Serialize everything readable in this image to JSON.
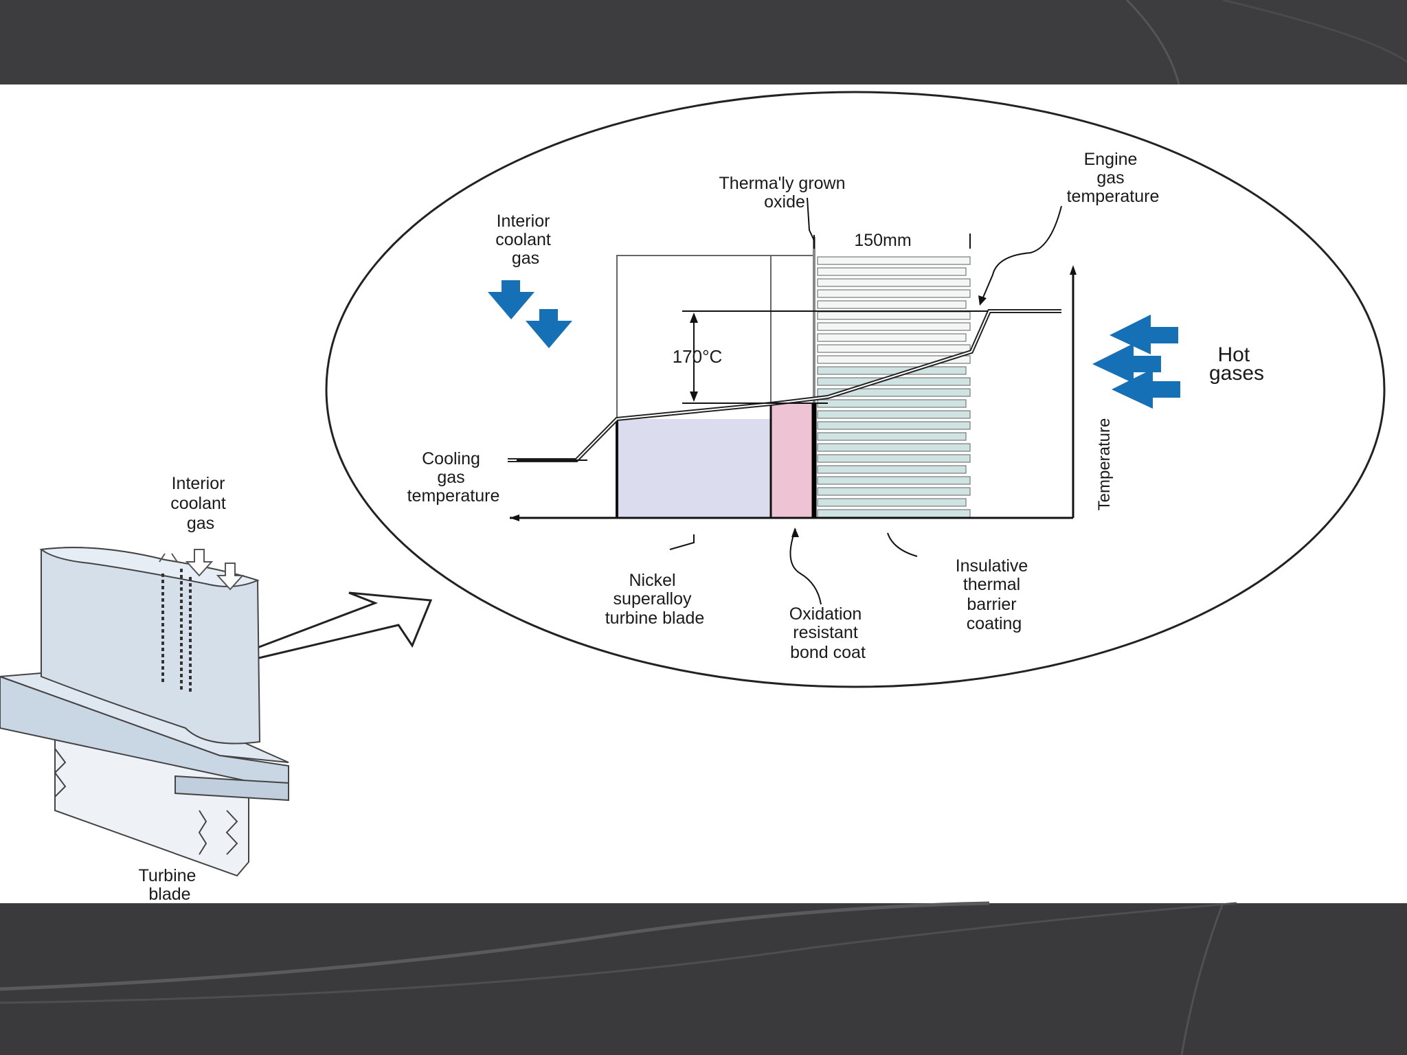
{
  "labels": {
    "interior_coolant_top": [
      "Interior",
      "coolant",
      "gas"
    ],
    "interior_coolant_blade": [
      "Interior",
      "coolant",
      "gas"
    ],
    "thermally_grown_oxide": [
      "Therma'ly grown",
      "oxide"
    ],
    "thickness": "150mm",
    "engine_gas": [
      "Engine",
      "gas",
      "temperature"
    ],
    "delta_t": "170°C",
    "hot_gases": [
      "Hot",
      "gases"
    ],
    "cooling_gas": [
      "Cooling",
      "gas",
      "temperature"
    ],
    "temperature_axis": "Temperature",
    "nickel": [
      "Nickel",
      "superalloy",
      "turbine blade"
    ],
    "bond_coat": [
      "Oxidation",
      "resistant",
      "bond coat"
    ],
    "tbc": [
      "Insulative",
      "thermal",
      "barrier",
      "coating"
    ],
    "turbine_blade": [
      "Turbine",
      "blade"
    ]
  },
  "colors": {
    "dark_band": "#3d3d3f",
    "arrow_blue": "#1570b5",
    "superalloy": "#dcdcef",
    "bond_coat": "#eec4d4",
    "tbc": "#cfe4e2",
    "blade": "#d5dfe9"
  },
  "icons": [
    "down-arrow-icon",
    "left-arrow-icon"
  ]
}
